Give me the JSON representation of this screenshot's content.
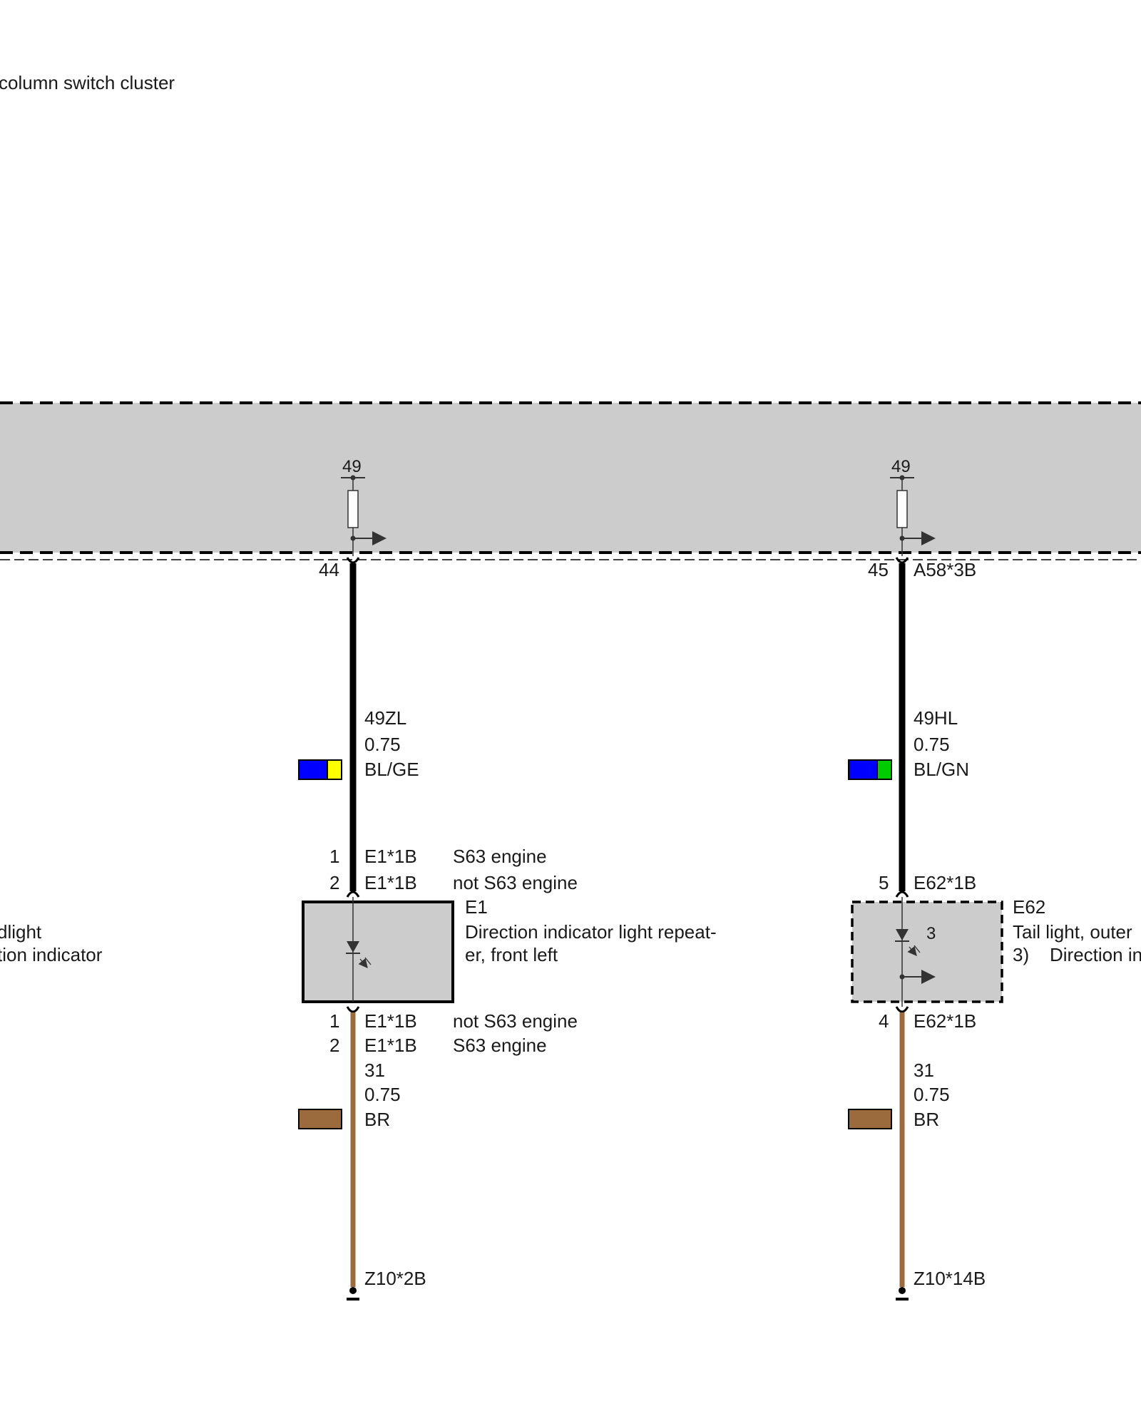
{
  "header": {
    "title_fragment": "column switch cluster"
  },
  "control_unit": {
    "left_terminal_number": "49",
    "right_terminal_number": "49"
  },
  "left_circuit": {
    "pin_top": "44",
    "wire_id": "49ZL",
    "wire_size": "0.75",
    "wire_color": "BL/GE",
    "wire_colors_hex": [
      "#0000ff",
      "#ffff00"
    ],
    "connector_rows_top": [
      {
        "pin": "1",
        "connector": "E1*1B",
        "note": "S63 engine"
      },
      {
        "pin": "2",
        "connector": "E1*1B",
        "note": "not S63 engine"
      }
    ],
    "component_id": "E1",
    "component_name_line1": "Direction indicator light repeat-",
    "component_name_line2": "er, front left",
    "connector_rows_bottom": [
      {
        "pin": "1",
        "connector": "E1*1B",
        "note": "not S63 engine"
      },
      {
        "pin": "2",
        "connector": "E1*1B",
        "note": "S63 engine"
      }
    ],
    "ground_wire_id": "31",
    "ground_wire_size": "0.75",
    "ground_wire_color": "BR",
    "ground_color_hex": "#9b6b3d",
    "ground_point": "Z10*2B"
  },
  "right_circuit": {
    "pin_top": "45",
    "connector_top": "A58*3B",
    "wire_id": "49HL",
    "wire_size": "0.75",
    "wire_color": "BL/GN",
    "wire_colors_hex": [
      "#0000ff",
      "#00cc00"
    ],
    "connector_pin_top": "5",
    "connector_top_component": "E62*1B",
    "component_id": "E62",
    "component_name_line1": "Tail light, outer",
    "component_name_line2_num": "3)",
    "component_name_line2_text": "Direction in",
    "internal_pin": "3",
    "connector_pin_bottom": "4",
    "connector_bottom_component": "E62*1B",
    "ground_wire_id": "31",
    "ground_wire_size": "0.75",
    "ground_wire_color": "BR",
    "ground_color_hex": "#9b6b3d",
    "ground_point": "Z10*14B"
  },
  "left_edge_text": {
    "line1": "dlight",
    "line2": "tion indicator"
  },
  "colors": {
    "control_unit_fill": "#cccccc",
    "component_fill": "#cccccc",
    "wire_black": "#000000"
  }
}
